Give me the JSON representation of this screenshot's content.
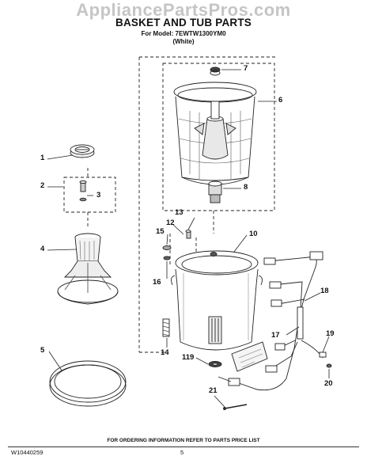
{
  "watermark": "AppliancePartsPros.com",
  "header": {
    "title": "BASKET AND TUB PARTS",
    "model_line": "For Model: 7EWTW1300YM0",
    "color_line": "(White)"
  },
  "callouts": [
    "1",
    "2",
    "3",
    "4",
    "5",
    "6",
    "7",
    "8",
    "9",
    "10",
    "11",
    "12",
    "13",
    "14",
    "15",
    "16",
    "17",
    "18",
    "19",
    "20",
    "21"
  ],
  "footer": {
    "note": "FOR ORDERING INFORMATION REFER TO PARTS PRICE LIST",
    "doc_number": "W10440259",
    "page_number": "5"
  }
}
